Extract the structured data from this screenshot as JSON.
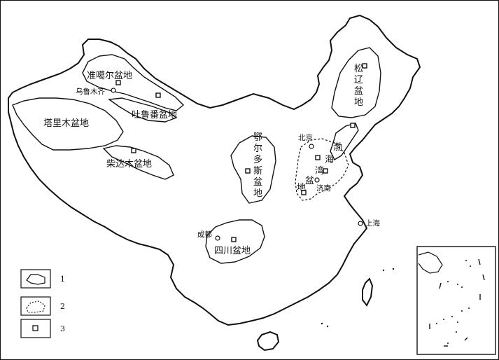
{
  "colors": {
    "ink": "#111111",
    "paper": "#ffffff"
  },
  "basins": {
    "junggar": "准噶尔盆地",
    "tarim": "塔里木盆地",
    "turpan": "吐鲁番盆地",
    "qaidam": "柴达木盆地",
    "ordos": [
      "鄂",
      "尔",
      "多",
      "斯",
      "盆",
      "地"
    ],
    "songliao": [
      "松",
      "辽",
      "盆",
      "地"
    ],
    "bohai": [
      "渤",
      "海",
      "湾",
      "盆",
      "地"
    ],
    "sichuan": "四川盆地"
  },
  "cities": {
    "urumqi": "乌鲁木齐",
    "beijing": "北京",
    "jinan": "济南",
    "shanghai": "上海",
    "chengdu": "成都"
  },
  "legend": [
    {
      "symbol": "basin-outline-icon",
      "label": "1"
    },
    {
      "symbol": "dashed-outline-icon",
      "label": "2"
    },
    {
      "symbol": "oilfield-square-icon",
      "label": "3"
    }
  ]
}
